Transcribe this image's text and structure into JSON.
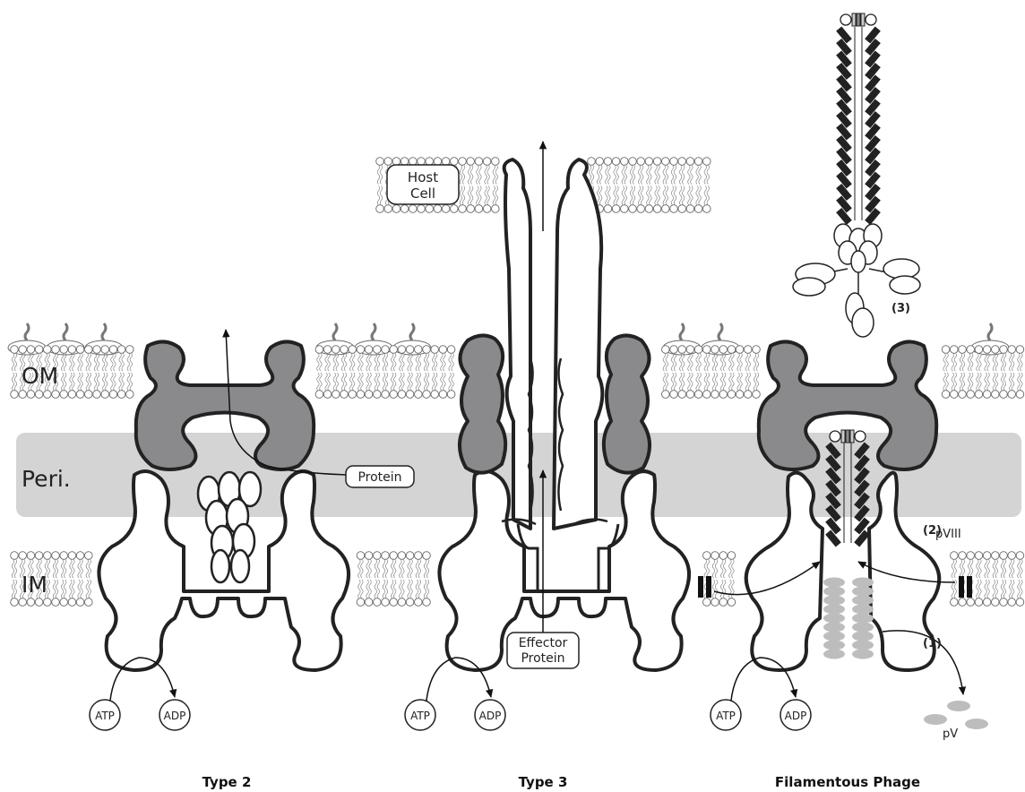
{
  "regions": {
    "om": "OM",
    "peri": "Peri.",
    "im": "IM"
  },
  "host_cell": {
    "line1": "Host",
    "line2": "Cell"
  },
  "labels": {
    "protein": "Protein",
    "effector_line1": "Effector",
    "effector_line2": "Protein",
    "atp": "ATP",
    "adp": "ADP",
    "pviii": "pVIII",
    "pv": "pV",
    "step1": "(1)",
    "step2": "(2)",
    "step3": "(3)"
  },
  "titles": {
    "type2": "Type 2",
    "type3": "Type 3",
    "phage": "Filamentous Phage"
  },
  "colors": {
    "membrane_gray": "#8a8a8d",
    "periplasm": "#d4d4d4",
    "pv_gray": "#bdbdbd",
    "outline": "#222222"
  }
}
